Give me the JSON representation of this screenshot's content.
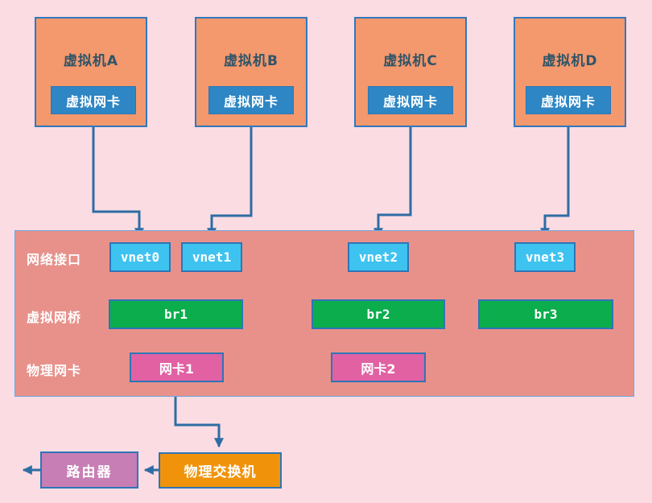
{
  "diagram": {
    "vms": [
      {
        "title": "虚拟机A",
        "nic_label": "虚拟网卡"
      },
      {
        "title": "虚拟机B",
        "nic_label": "虚拟网卡"
      },
      {
        "title": "虚拟机C",
        "nic_label": "虚拟网卡"
      },
      {
        "title": "虚拟机D",
        "nic_label": "虚拟网卡"
      }
    ],
    "host_row_labels": [
      "网络接口",
      "虚拟网桥",
      "物理网卡"
    ],
    "vnets": [
      "vnet0",
      "vnet1",
      "vnet2",
      "vnet3"
    ],
    "bridges": [
      "br1",
      "br2",
      "br3"
    ],
    "physical_nics": [
      "网卡1",
      "网卡2"
    ],
    "physical_switch": "物理交换机",
    "router": "路由器",
    "connections": [
      {
        "from": "虚拟机A/虚拟网卡",
        "to": "vnet0"
      },
      {
        "from": "虚拟机B/虚拟网卡",
        "to": "vnet1"
      },
      {
        "from": "虚拟机C/虚拟网卡",
        "to": "vnet2"
      },
      {
        "from": "虚拟机D/虚拟网卡",
        "to": "vnet3"
      },
      {
        "from": "vnet0",
        "to": "br1"
      },
      {
        "from": "vnet1",
        "to": "br1"
      },
      {
        "from": "br1",
        "to": "网卡1"
      },
      {
        "from": "vnet2",
        "to": "br2"
      },
      {
        "from": "br2",
        "to": "网卡2"
      },
      {
        "from": "网卡1",
        "to": "物理交换机"
      },
      {
        "from": "物理交换机",
        "to": "路由器"
      },
      {
        "from": "路由器",
        "to": "offscreen-left"
      }
    ],
    "colors": {
      "page_background": "#FBDCE3",
      "vm_fill": "#F4986D",
      "vm_border": "#3079BE",
      "vm_title_text": "#2E5468",
      "virtual_nic_fill": "#2E86C4",
      "host_container_fill": "#E8918B",
      "host_container_border": "#6FA8DC",
      "vnet_fill": "#3EC3F0",
      "bridge_fill": "#0CAD4D",
      "physical_nic_fill": "#E161A3",
      "switch_fill": "#F0930B",
      "router_fill": "#C77EB5",
      "node_border": "#2E75B6",
      "arrow": "#2E6DA4",
      "white_text": "#FFFFFF"
    }
  }
}
